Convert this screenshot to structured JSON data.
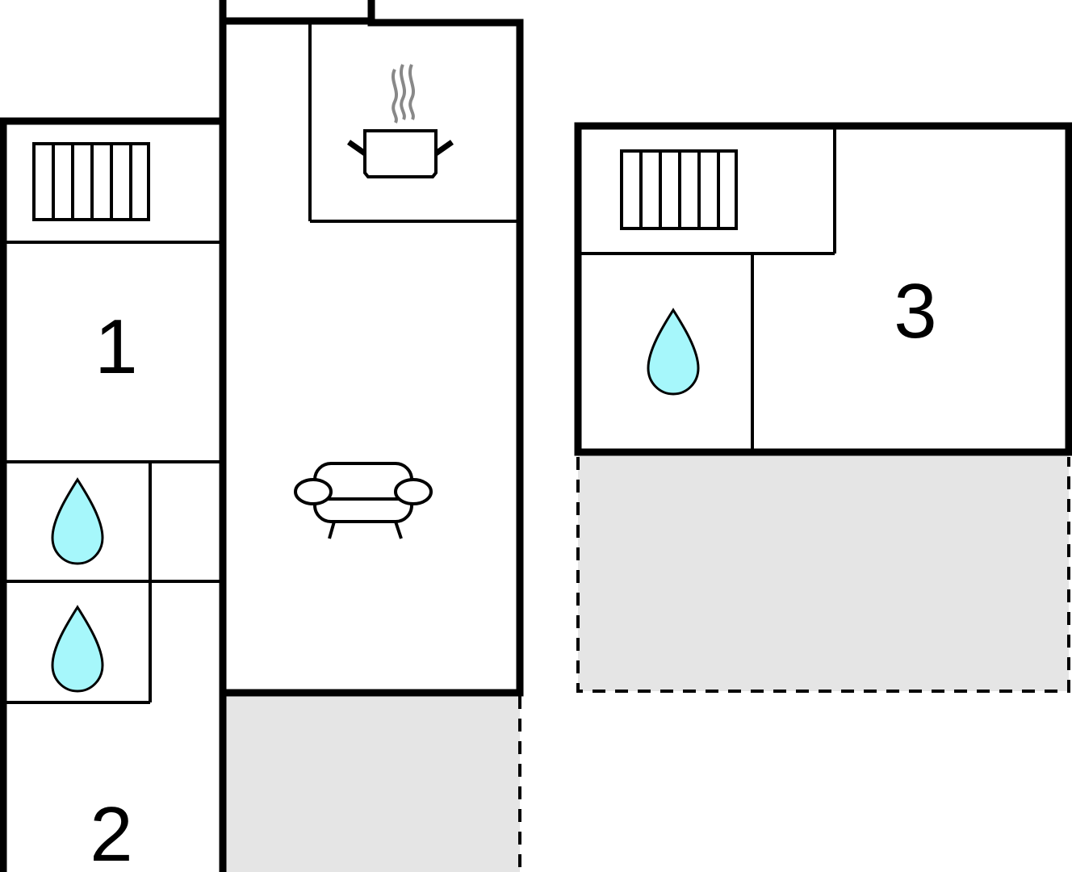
{
  "rooms": {
    "room_1": "1",
    "room_2": "2",
    "room_3": "3"
  },
  "colors": {
    "terrace_fill": "#e5e5e5",
    "water_drop_fill": "#a6f7fb",
    "wall": "#000000",
    "steam": "#888888"
  },
  "icons": [
    "stairs-icon",
    "cooking-pot-icon",
    "sofa-icon",
    "water-drop-icon"
  ]
}
